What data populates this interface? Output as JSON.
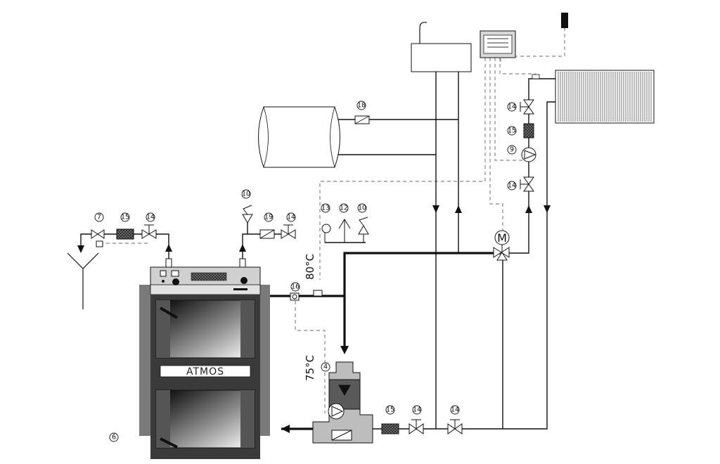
{
  "labels": {
    "brand": "ATMOS",
    "temp_flow": "80°C",
    "temp_return": "75°C",
    "motor": "M"
  },
  "callouts": {
    "mixing_valve_left": "7",
    "filter_left": "15",
    "valve_left": "14",
    "safety_valve_top": "10",
    "reducer": "19",
    "valve_top": "14",
    "sensor_top": "18",
    "gauge": "13",
    "air_vent": "12",
    "safety_valve_mid": "10",
    "thermometer": "16",
    "loading_unit": "4",
    "filter_bottom": "15",
    "valve_bottom_1": "14",
    "valve_bottom_2": "14",
    "valve_right_top": "14",
    "filter_right": "15",
    "pump_right": "9",
    "valve_right_bottom": "14",
    "boiler_ref": "6"
  },
  "colors": {
    "pipe": "#111111",
    "control_wire": "#9a9a9a",
    "boiler_body": "#7a7a7a",
    "boiler_panel": "#cfcfcf",
    "boiler_door": "#3a3a3a"
  }
}
